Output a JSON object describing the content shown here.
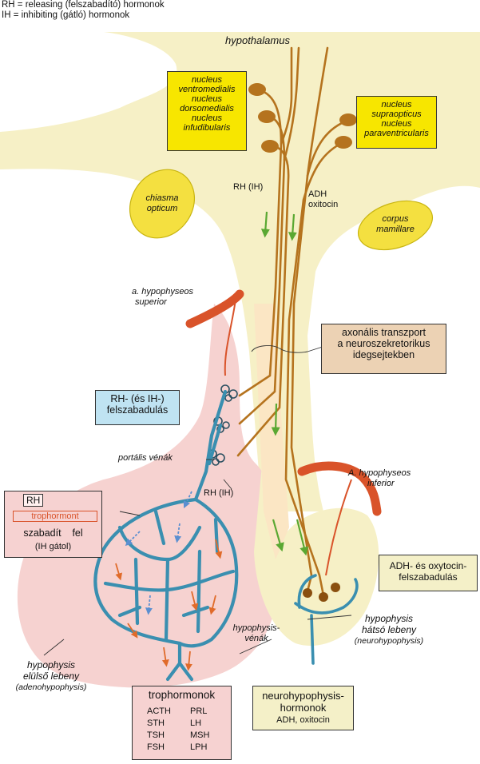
{
  "legend": {
    "rh": "RH = releasing (felszabadító) hormonok",
    "ih": "IH = inhibiting (gátló) hormonok"
  },
  "labels": {
    "hypothalamus": "hypothalamus",
    "chiasma": [
      "chiasma",
      "opticum"
    ],
    "corpus": [
      "corpus",
      "mamillare"
    ],
    "rh_ih_top": "RH (IH)",
    "adh_oxitocin": [
      "ADH",
      "oxitocin"
    ],
    "a_hyp_superior": [
      "a. hypophyseos",
      "superior"
    ],
    "a_hyp_inferior": [
      "A. hypophyseos",
      "inferior"
    ],
    "portalis_venak": "portális vénák",
    "rh_ih_mid": "RH (IH)",
    "hypophysis_venak": [
      "hypophysis-",
      "vénák"
    ],
    "hatso_lebeny": [
      "hypophysis",
      "hátsó lebeny",
      "(neurohypophysis)"
    ],
    "elulso_lebeny": [
      "hypophysis",
      "elülső lebeny",
      "(adenohypophysis)"
    ]
  },
  "boxes": {
    "nuclei_left": [
      "nucleus",
      "ventromedialis",
      "nucleus",
      "dorsomedialis",
      "nucleus",
      "infudibularis"
    ],
    "nuclei_right": [
      "nucleus",
      "supraopticus",
      "nucleus",
      "paraventricularis"
    ],
    "axonal": [
      "axonális transzport",
      "a neuroszekretorikus",
      "idegsejtekben"
    ],
    "rh_release": [
      "RH- (és IH-)",
      "felszabadulás"
    ],
    "rh_box": {
      "tag": "RH",
      "tropho": "trophormont",
      "line1": "szabadít    fel",
      "line2": "(IH gátol)"
    },
    "adh_release": [
      "ADH- és oxytocin-",
      "felszabadulás"
    ],
    "trophormonok": {
      "title": "trophormonok",
      "col1": [
        "ACTH",
        "STH",
        "TSH",
        "FSH"
      ],
      "col2": [
        "PRL",
        "LH",
        "MSH",
        "LPH"
      ]
    },
    "neuro": [
      "neurohypophysis-",
      "hormonok",
      "ADH, oxitocin"
    ]
  },
  "colors": {
    "brain": "#f6f0c6",
    "anterior_lobe": "#f6d2d0",
    "stalk_band": "#fbe6c4",
    "neuron": "#b5731e",
    "neuron_dark": "#8a4f10",
    "artery": "#d9532a",
    "capillary": "#3a8fb0",
    "arrow_green": "#5aa832",
    "arrow_red": "#e06b2a"
  }
}
